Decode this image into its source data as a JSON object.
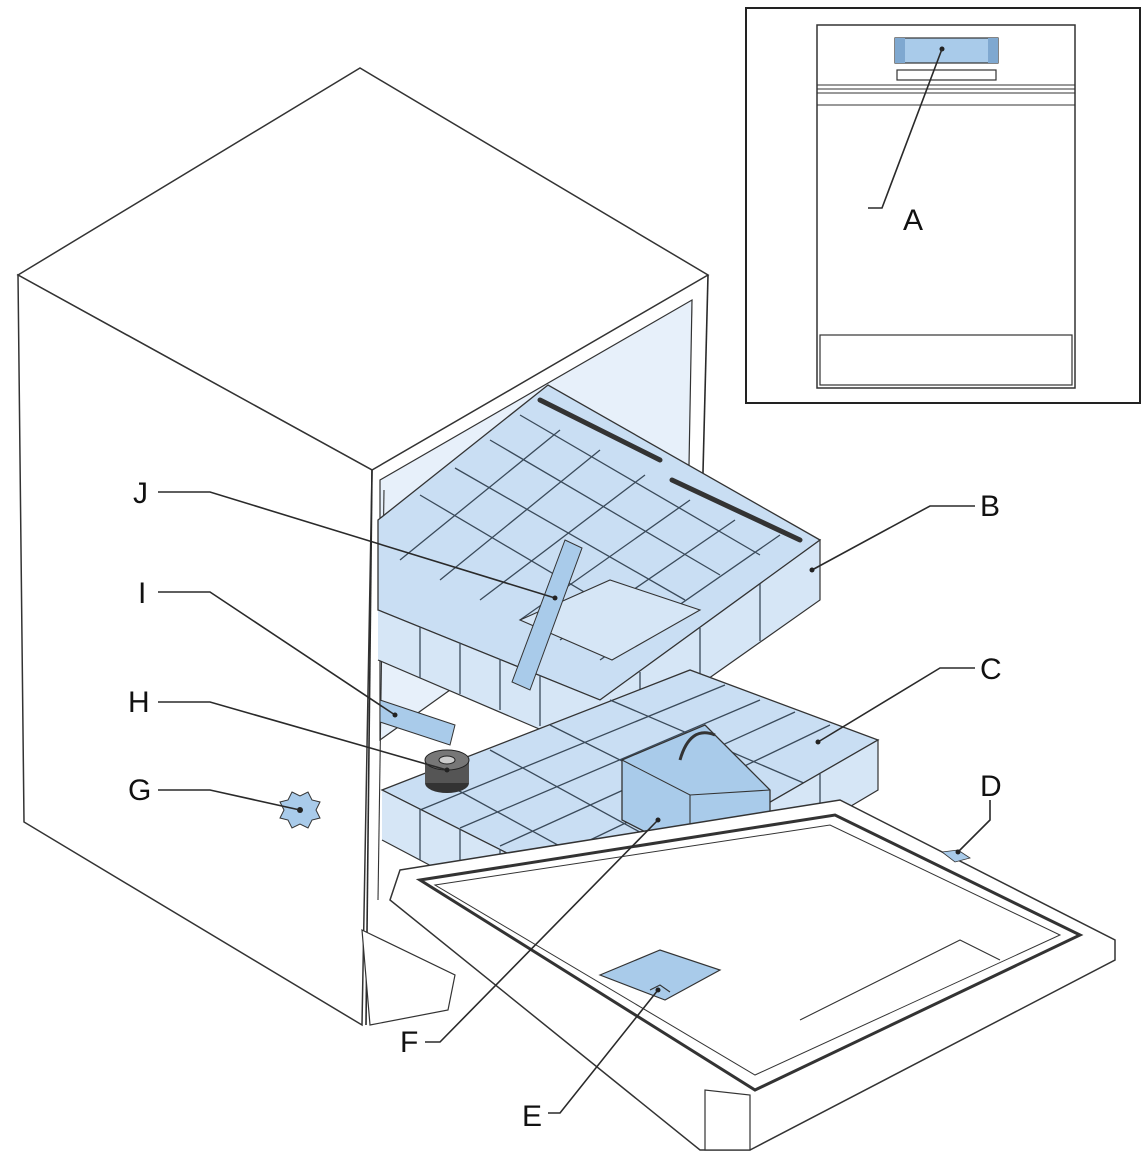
{
  "labels": {
    "A": "A",
    "B": "B",
    "C": "C",
    "D": "D",
    "E": "E",
    "F": "F",
    "G": "G",
    "H": "H",
    "I": "I",
    "J": "J"
  },
  "colors": {
    "highlight": "#a9cbea",
    "highlight_light": "#c9def3",
    "line": "#2a2a2a",
    "background": "#ffffff"
  }
}
